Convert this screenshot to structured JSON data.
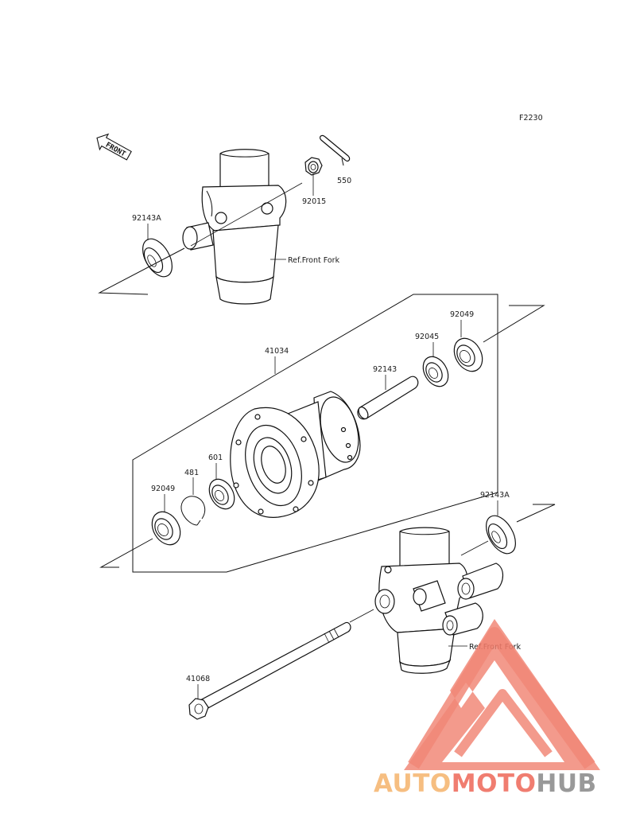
{
  "diagram": {
    "figure_code": "F2230",
    "direction_label": "FRONT",
    "parts": {
      "top_washer": "92015",
      "top_cotter_pin": "550",
      "top_left_spacer": "92143A",
      "hub": "41034",
      "right_oil_seal": "92049",
      "right_bearing": "92045",
      "inner_collar": "92143",
      "bearing_left": "601",
      "circlip": "481",
      "left_oil_seal": "92049",
      "lower_right_spacer": "92143A",
      "axle": "41068"
    },
    "references": {
      "top_fork": "Ref.Front Fork",
      "bottom_fork": "Ref.Front Fork"
    }
  },
  "watermark": {
    "brand": "AUTOMOTOHUB",
    "part1": "AUTO",
    "part2": "MOTO",
    "part3": "HUB",
    "colors": {
      "auto": "#f6b774",
      "moto": "#ef6f61",
      "hub": "#8e8e8e",
      "triangle": "#f07b6a"
    }
  }
}
